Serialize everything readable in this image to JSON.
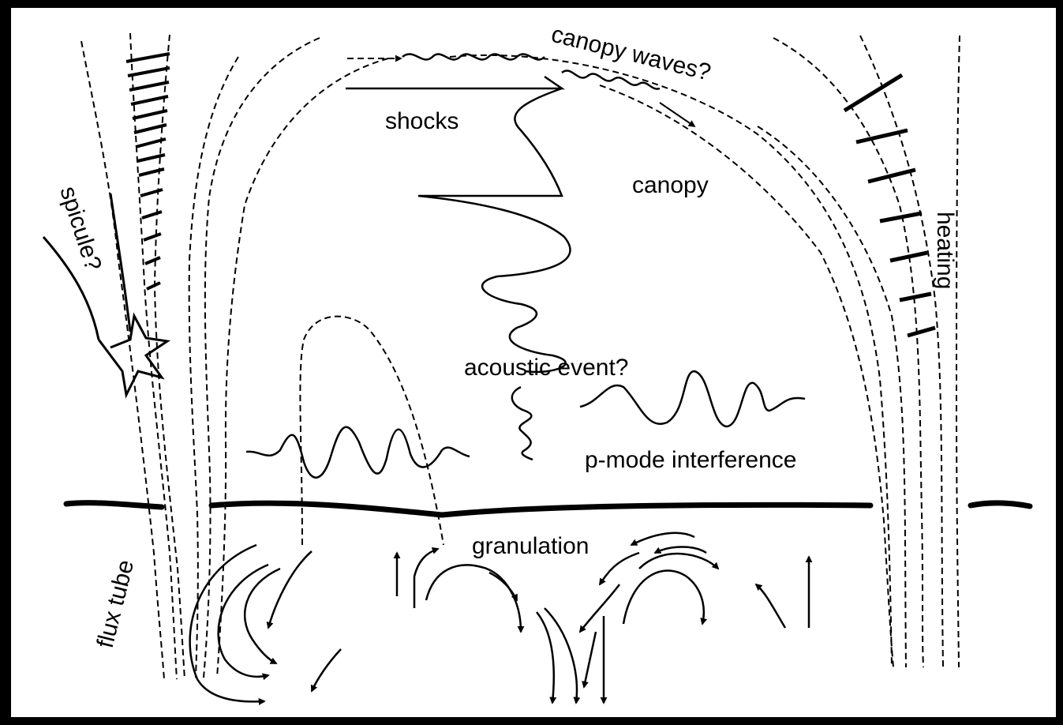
{
  "colors": {
    "border": "#000000",
    "background": "#ffffff",
    "ink": "#000000"
  },
  "labels": {
    "canopy_waves": "canopy waves?",
    "shocks": "shocks",
    "canopy": "canopy",
    "spicule": "spicule?",
    "heating": "heating",
    "acoustic_event": "acoustic event?",
    "p_mode": "p-mode interference",
    "granulation": "granulation",
    "flux_tube": "flux tube"
  }
}
